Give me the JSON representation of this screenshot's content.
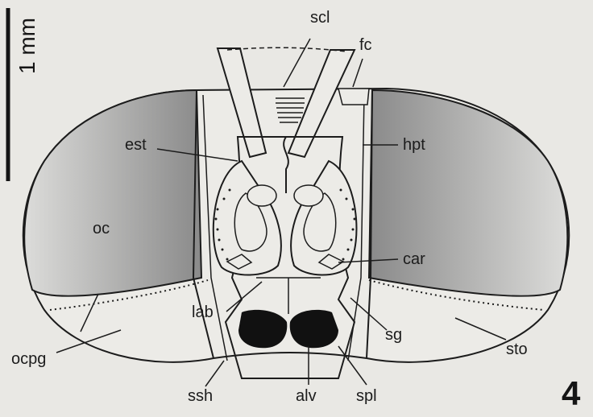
{
  "scale": {
    "label": "1 mm"
  },
  "figure_number": "4",
  "labels": {
    "scl": "scl",
    "fc": "fc",
    "est": "est",
    "hpt": "hpt",
    "oc": "oc",
    "car": "car",
    "lab": "lab",
    "sg": "sg",
    "sto": "sto",
    "ocpg": "ocpg",
    "ssh": "ssh",
    "alv": "alv",
    "spl": "spl"
  },
  "colors": {
    "ink": "#1c1c1c",
    "paper": "#e9e8e4",
    "eye_dark": "#8d8d8d",
    "eye_light": "#d6d6d4",
    "alveolus": "#111111"
  }
}
